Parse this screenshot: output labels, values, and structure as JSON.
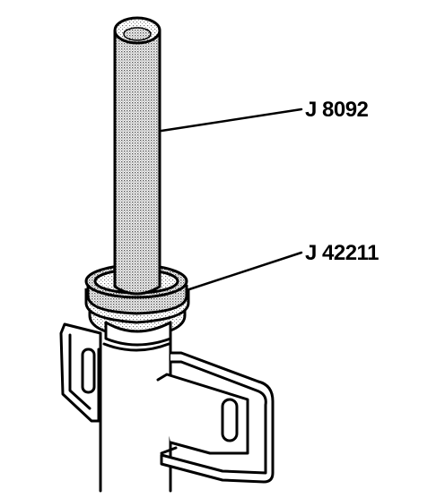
{
  "diagram": {
    "callouts": [
      {
        "label": "J 8092",
        "part": "driver-handle"
      },
      {
        "label": "J 42211",
        "part": "installer-adapter"
      }
    ],
    "colors": {
      "line": "#000000",
      "fill": "#ffffff",
      "stipple": "#555555"
    }
  }
}
